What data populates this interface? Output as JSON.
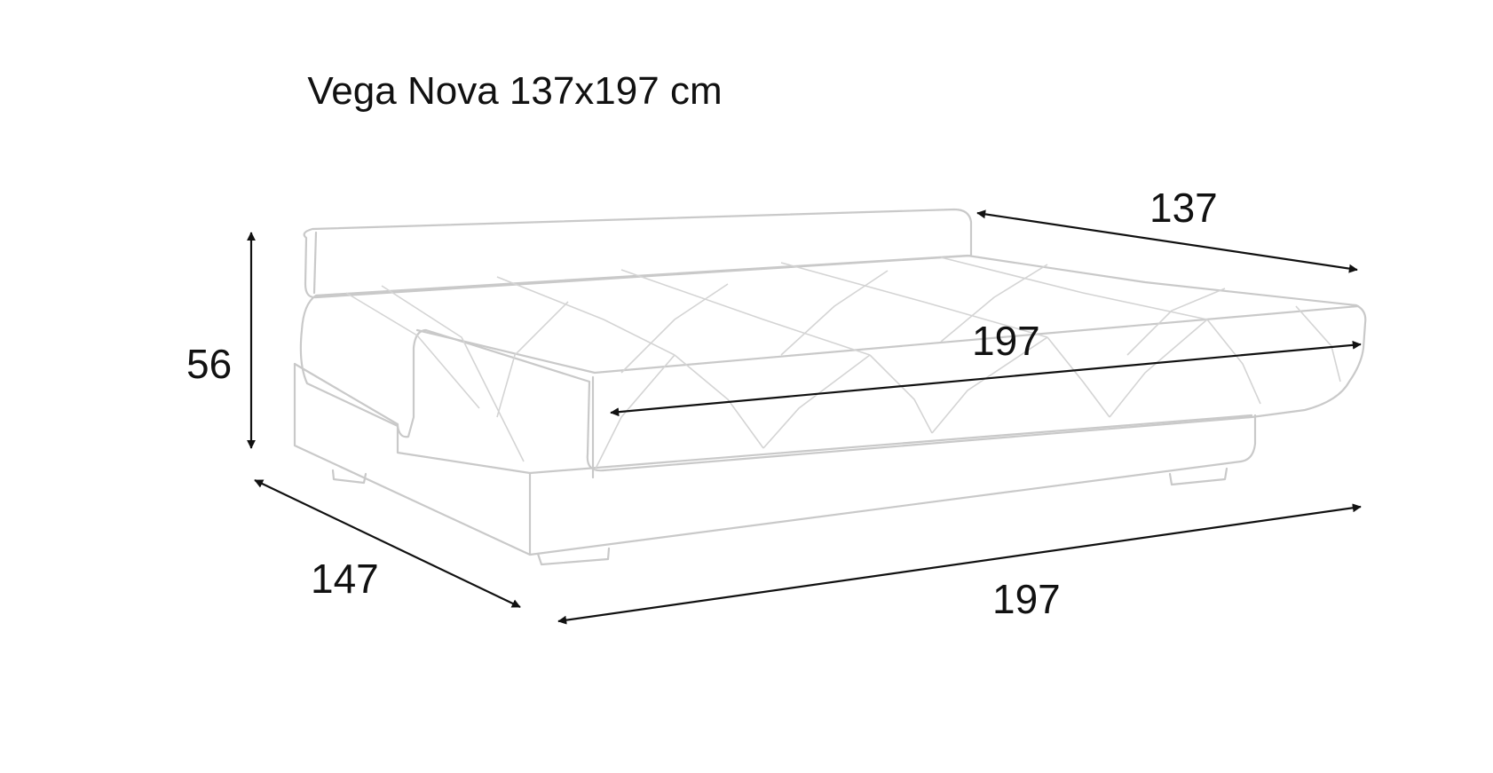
{
  "title": "Vega Nova 137x197 cm",
  "dimensions": {
    "height": "56",
    "depth": "147",
    "length_front": "197",
    "length_top": "197",
    "width_back": "137"
  },
  "colors": {
    "outline": "#c9c9c9",
    "arrows": "#111111",
    "text": "#111111",
    "background": "#ffffff"
  }
}
